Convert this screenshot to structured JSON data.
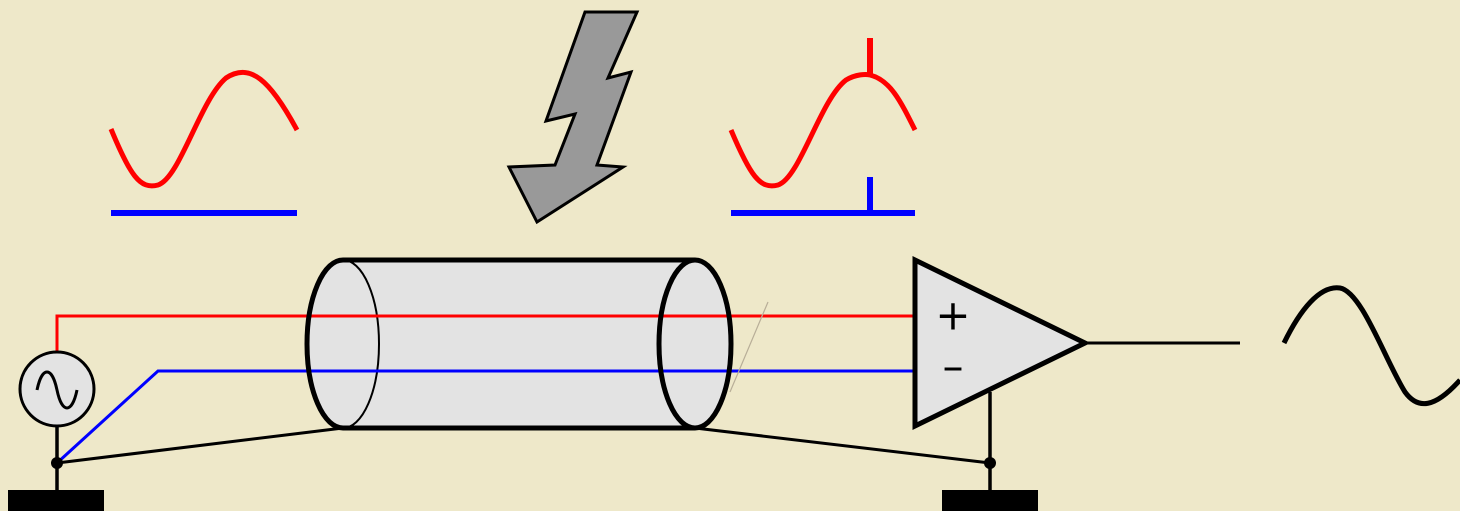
{
  "diagram": {
    "background_color": "#EEE8C9",
    "colors": {
      "signal_wire": "#FF0000",
      "return_wire": "#0000FF",
      "outline": "#000000",
      "cable_fill": "#E3E3E3",
      "lightning_fill": "#999999",
      "amplifier_fill": "#E3E3E3",
      "source_fill": "#E3E3E3"
    },
    "components": {
      "source": "ac-voltage-source",
      "cable": "cable-segment",
      "interference": "lightning-bolt",
      "amplifier": "differential-amplifier",
      "grounds": [
        "ground-left",
        "ground-right"
      ]
    },
    "amplifier_inputs": {
      "plus": "+",
      "minus": "–"
    },
    "waveforms": {
      "input_signal": "sine",
      "input_return": "flat",
      "received_signal": "sine-with-spike",
      "received_return": "flat-with-spike",
      "output": "clean-sine"
    }
  }
}
